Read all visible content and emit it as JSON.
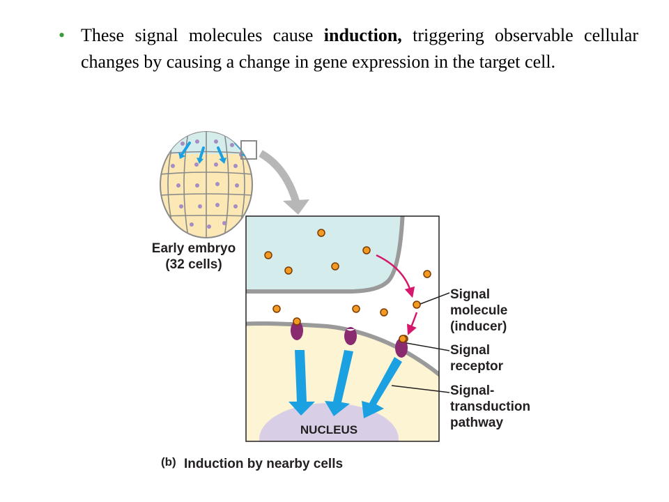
{
  "bullet": {
    "text_before": "These signal molecules cause ",
    "bold": "induction,",
    "text_after": " triggering observable cellular changes by causing a change in gene expression in the target cell."
  },
  "diagram": {
    "embryo_label_line1": "Early embryo",
    "embryo_label_line2": "(32 cells)",
    "signal_molecule_line1": "Signal",
    "signal_molecule_line2": "molecule",
    "signal_molecule_line3": "(inducer)",
    "receptor_line1": "Signal",
    "receptor_line2": "receptor",
    "pathway_line1": "Signal-",
    "pathway_line2": "transduction",
    "pathway_line3": "pathway",
    "nucleus": "NUCLEUS",
    "caption_letter": "(b)",
    "caption_text": "Induction by nearby cells"
  },
  "colors": {
    "bullet": "#3a9b3a",
    "upper_cell": "#d5ecec",
    "lower_cell": "#fcf4d2",
    "nucleus": "#d8cfe6",
    "blue_arrow": "#1ba1e2",
    "magenta_arrow": "#d6176c",
    "molecule": "#f39a23",
    "receptor": "#8a2a6f"
  }
}
